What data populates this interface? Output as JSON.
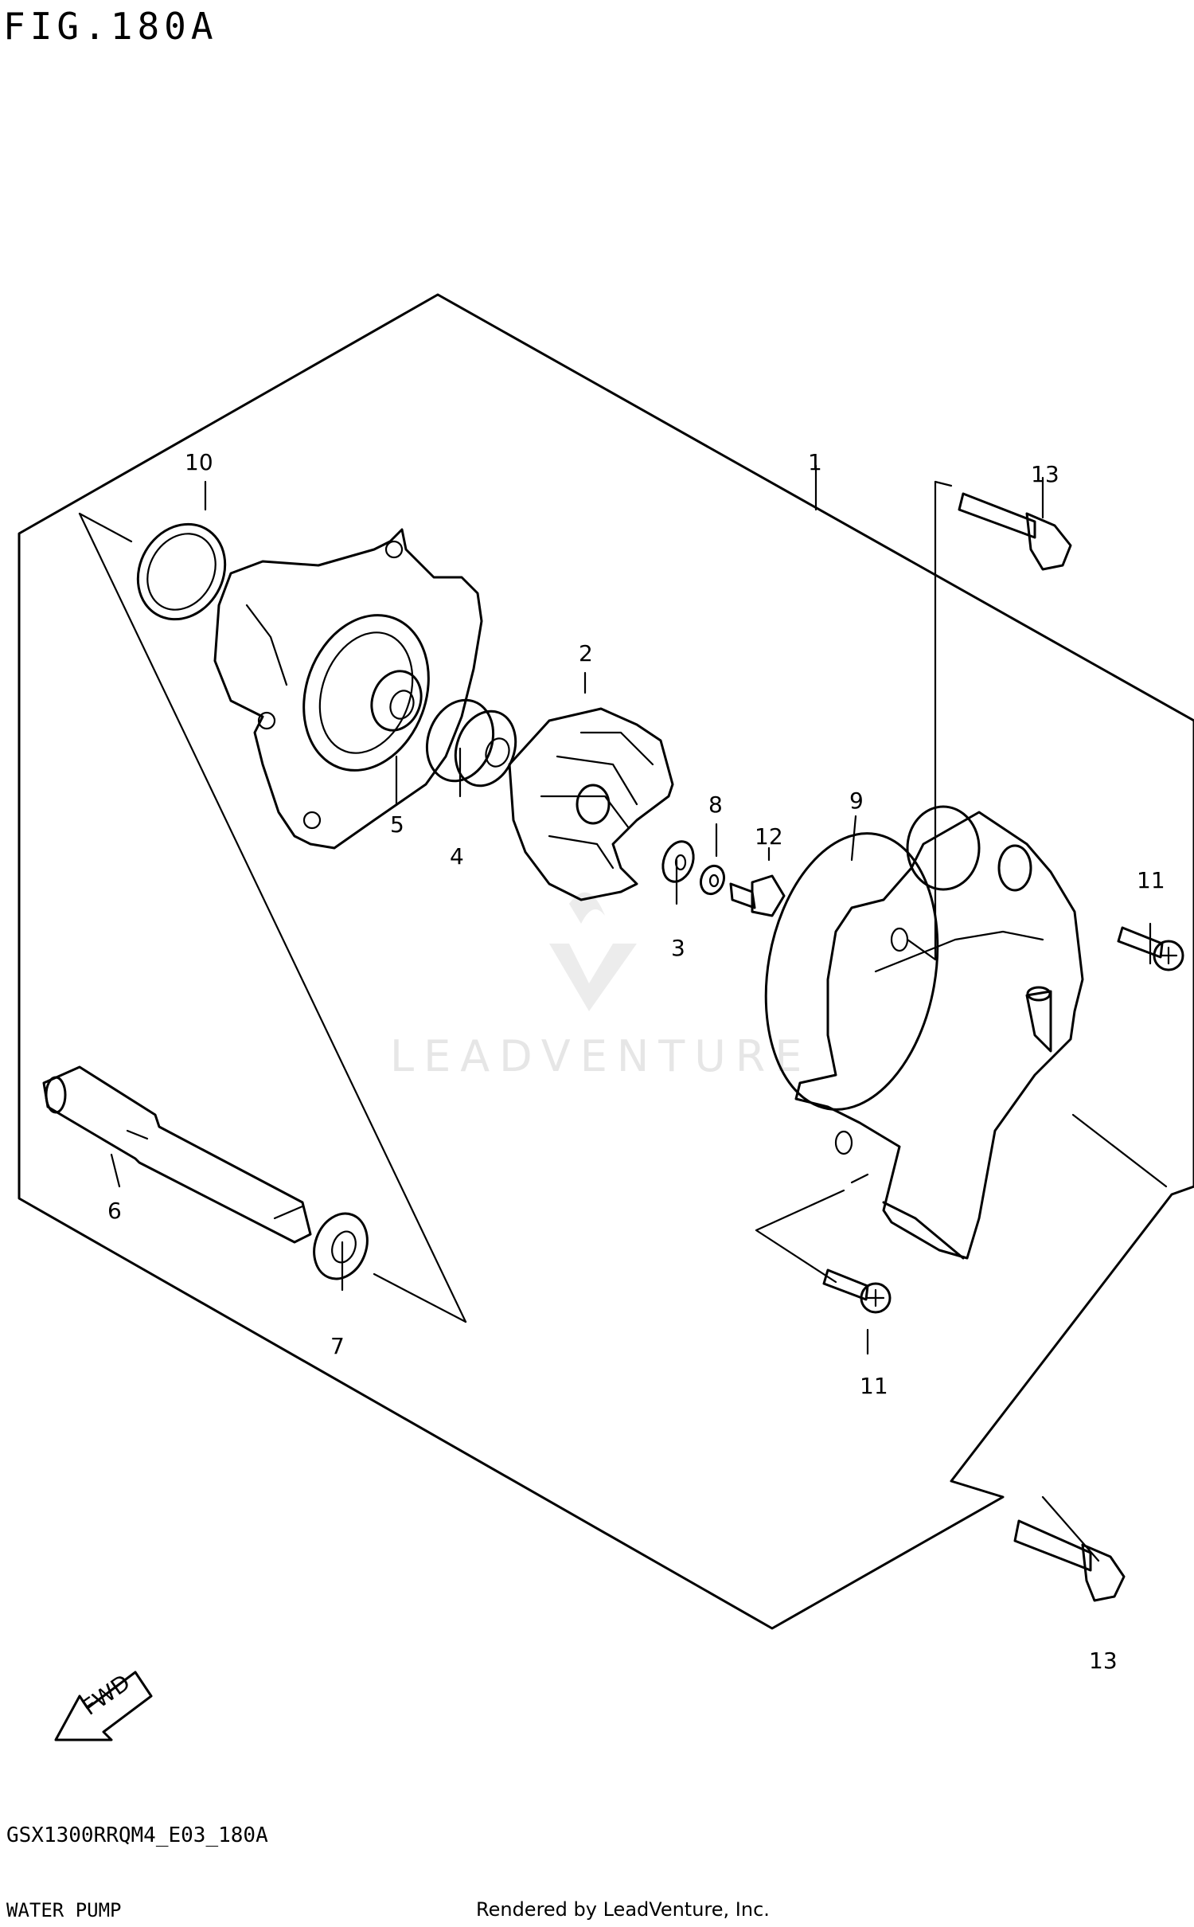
{
  "figure": {
    "title": "FIG.180A",
    "code": "GSX1300RRQM4_E03_180A",
    "name": "WATER PUMP"
  },
  "footer": {
    "rendered_by": "Rendered by LeadVenture, Inc."
  },
  "watermark": {
    "text": "LEADVENTURE"
  },
  "callouts": [
    "1",
    "2",
    "3",
    "4",
    "5",
    "6",
    "7",
    "8",
    "9",
    "10",
    "11",
    "11",
    "12",
    "13",
    "13"
  ],
  "fwd_label": "FWD"
}
